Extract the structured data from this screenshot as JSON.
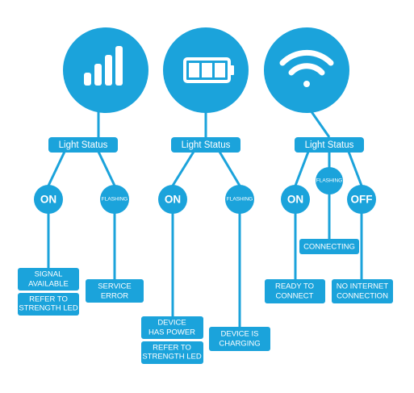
{
  "colors": {
    "primary": "#1ba3db",
    "background": "#ffffff",
    "text": "#ffffff"
  },
  "groups": [
    {
      "icon": "signal-bars-icon",
      "light_status": "Light Status",
      "states": [
        {
          "label": "ON",
          "boxes": [
            [
              "SIGNAL",
              "AVAILABLE"
            ],
            [
              "REFER TO",
              "STRENGTH LED"
            ]
          ]
        },
        {
          "label": "FLASHING",
          "boxes": [
            [
              "SERVICE",
              "ERROR"
            ]
          ]
        }
      ]
    },
    {
      "icon": "battery-icon",
      "light_status": "Light Status",
      "states": [
        {
          "label": "ON",
          "boxes": [
            [
              "DEVICE",
              "HAS POWER"
            ],
            [
              "REFER TO",
              "STRENGTH LED"
            ]
          ]
        },
        {
          "label": "FLASHING",
          "boxes": [
            [
              "DEVICE IS",
              "CHARGING"
            ]
          ]
        }
      ]
    },
    {
      "icon": "wifi-icon",
      "light_status": "Light Status",
      "states": [
        {
          "label": "ON",
          "boxes": [
            [
              "READY TO",
              "CONNECT"
            ]
          ]
        },
        {
          "label": "FLASHING",
          "boxes": [
            [
              "CONNECTING"
            ]
          ]
        },
        {
          "label": "OFF",
          "boxes": [
            [
              "NO INTERNET",
              "CONNECTION"
            ]
          ]
        }
      ]
    }
  ]
}
